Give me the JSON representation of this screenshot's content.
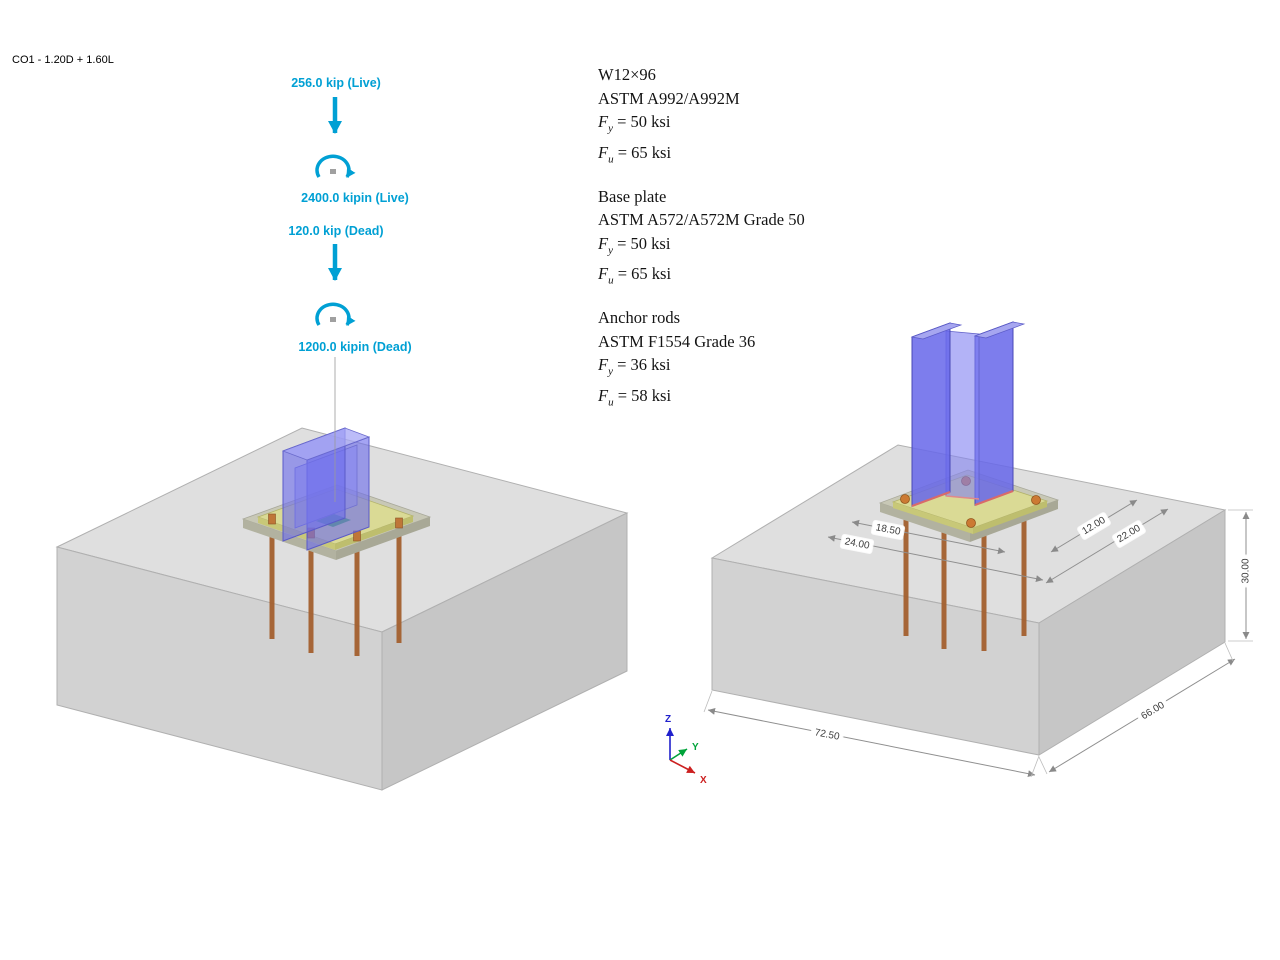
{
  "window": {
    "combo_label": "CO1 - 1.20D + 1.60L"
  },
  "loads": [
    {
      "id": "force-live",
      "label": "256.0 kip (Live)"
    },
    {
      "id": "moment-live",
      "label": "2400.0 kipin (Live)"
    },
    {
      "id": "force-dead",
      "label": "120.0 kip (Dead)"
    },
    {
      "id": "moment-dead",
      "label": "1200.0 kipin (Dead)"
    }
  ],
  "materials": [
    {
      "title": "W12×96",
      "standard": "ASTM A992/A992M",
      "fy": {
        "sym": "F",
        "sub": "y",
        "rest": " = 50 ksi"
      },
      "fu": {
        "sym": "F",
        "sub": "u",
        "rest": " = 65 ksi"
      }
    },
    {
      "title": "Base plate",
      "standard": "ASTM A572/A572M Grade 50",
      "fy": {
        "sym": "F",
        "sub": "y",
        "rest": " = 50 ksi"
      },
      "fu": {
        "sym": "F",
        "sub": "u",
        "rest": " = 65 ksi"
      }
    },
    {
      "title": "Anchor rods",
      "standard": "ASTM F1554 Grade 36",
      "fy": {
        "sym": "F",
        "sub": "y",
        "rest": " = 36 ksi"
      },
      "fu": {
        "sym": "F",
        "sub": "u",
        "rest": " = 58 ksi"
      }
    }
  ],
  "dims": {
    "x_inner": "18.50",
    "x_outer": "24.00",
    "y_inner": "12.00",
    "y_outer": "22.00",
    "height": "30.00",
    "length": "72.50",
    "width": "66.00"
  },
  "axes": {
    "x": "X",
    "y": "Y",
    "z": "Z"
  },
  "colors": {
    "load_accent": "#00a0d4",
    "column_blue": "#6a6ae8",
    "anchor_rod": "#a4602f",
    "base_plate": "#dcdc92",
    "concrete": "#d8d8d8"
  }
}
